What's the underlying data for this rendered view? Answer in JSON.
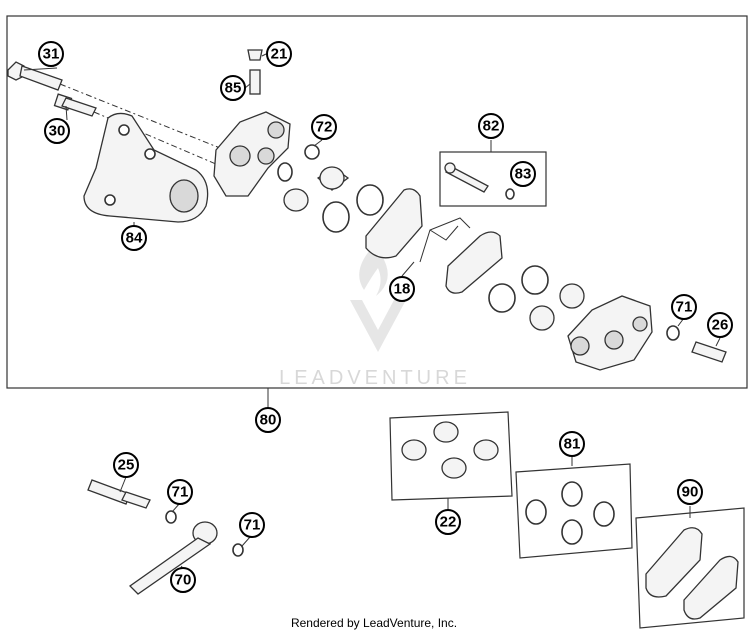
{
  "diagram": {
    "callouts": {
      "c31": "31",
      "c30": "30",
      "c21": "21",
      "c85": "85",
      "c72": "72",
      "c82": "82",
      "c83": "83",
      "c84": "84",
      "c18": "18",
      "c71a": "71",
      "c26": "26",
      "c80": "80",
      "c25": "25",
      "c71b": "71",
      "c71c": "71",
      "c70": "70",
      "c22": "22",
      "c81": "81",
      "c90": "90"
    },
    "watermark": "LEADVENTURE",
    "credit": "Rendered by LeadVenture, Inc."
  }
}
